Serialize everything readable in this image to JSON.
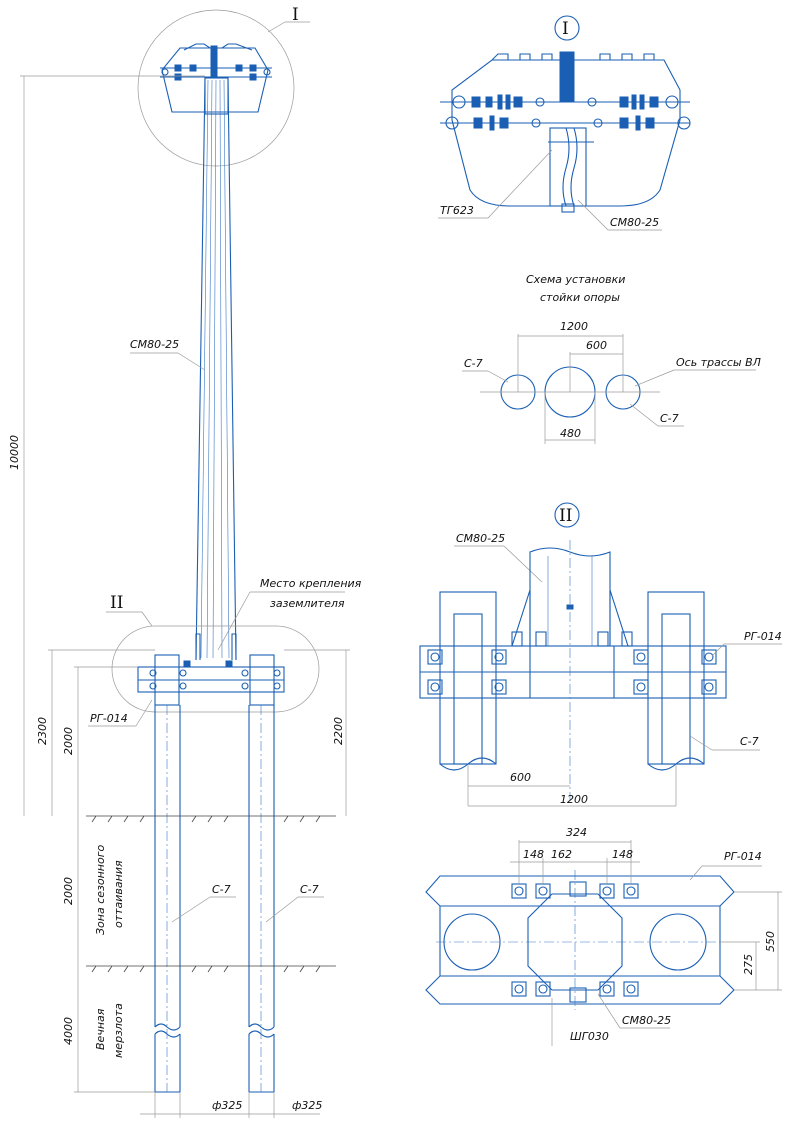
{
  "callouts": {
    "detail_1": "I",
    "detail_2": "II"
  },
  "labels": {
    "pole": "СМ80-25",
    "pile": "С-7",
    "crossbar": "РГ-014",
    "earth_mount_line1": "Место крепления",
    "earth_mount_line2": "заземлителя",
    "tg": "ТГ623",
    "shg": "ШГ030",
    "seasonal_line1": "Зона сезонного",
    "seasonal_line2": "оттаивания",
    "permafrost_line1": "Вечная",
    "permafrost_line2": "мерзлота",
    "axis_line": "Ось трассы ВЛ",
    "scheme_title_line1": "Схема установки",
    "scheme_title_line2": "стойки опоры"
  },
  "dimensions": {
    "total_height": "10000",
    "above_ground_left": "2300",
    "pile_above_ground": "2000",
    "pile_right": "2200",
    "seasonal": "2000",
    "permafrost": "4000",
    "pile_diam_left": "ф325",
    "pile_diam_right": "ф325",
    "scheme_1200": "1200",
    "scheme_600": "600",
    "scheme_480": "480",
    "detail2_600": "600",
    "detail2_1200": "1200",
    "plan_324": "324",
    "plan_148a": "148",
    "plan_162": "162",
    "plan_148b": "148",
    "plan_275": "275",
    "plan_550": "550"
  },
  "colors": {
    "drawing_blue": "#1a5fb4",
    "dimension_gray": "#9a9a9a"
  }
}
